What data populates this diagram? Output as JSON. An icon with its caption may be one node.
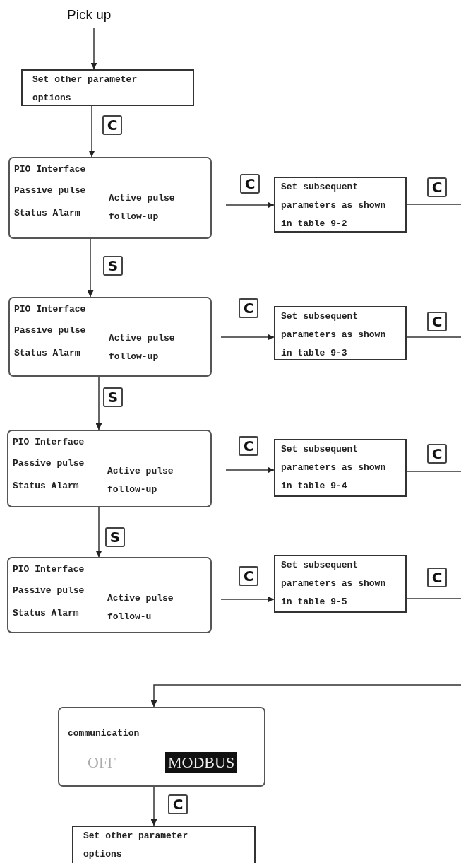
{
  "diagram": {
    "nodes": [
      {
        "text": [
          "Pick up"
        ]
      },
      {
        "text": [
          "Set other parameter options"
        ]
      },
      {
        "text": [
          "PIO Interface",
          "Passive pulse",
          "Status Alarm",
          "Active pulse follow-up"
        ]
      },
      {
        "text": [
          "Set subsequent parameters as shown in table 9-2"
        ]
      },
      {
        "text": [
          "PIO Interface",
          "Passive pulse",
          "Status Alarm",
          "Active pulse follow-up"
        ]
      },
      {
        "text": [
          "Set subsequent parameters as shown in table 9-3"
        ]
      },
      {
        "text": [
          "PIO Interface",
          "Passive pulse",
          "Status Alarm",
          "Active pulse follow-up"
        ]
      },
      {
        "text": [
          "Set subsequent parameters as shown in table 9-4"
        ]
      },
      {
        "text": [
          "PIO Interface",
          "Passive pulse",
          "Status Alarm",
          "Active pulse follow-u"
        ]
      },
      {
        "text": [
          "Set subsequent parameters as shown in table 9-5"
        ]
      },
      {
        "text": [
          "communication",
          "OFF",
          "MODBUS"
        ]
      },
      {
        "text": [
          "Set other parameter options"
        ]
      }
    ],
    "edges": [
      {
        "from": 0,
        "to": 1,
        "arrow": "to"
      },
      {
        "from": 1,
        "to": 2,
        "arrow": "to",
        "label": "C"
      },
      {
        "from": 2,
        "to": 3,
        "arrow": "to",
        "label": "C"
      },
      {
        "from": 3,
        "to": null,
        "arrow": "none",
        "label": "C"
      },
      {
        "from": 2,
        "to": 4,
        "arrow": "to",
        "label": "S"
      },
      {
        "from": 4,
        "to": 5,
        "arrow": "to",
        "label": "C"
      },
      {
        "from": 5,
        "to": null,
        "arrow": "none",
        "label": "C"
      },
      {
        "from": 4,
        "to": 6,
        "arrow": "to",
        "label": "S"
      },
      {
        "from": 6,
        "to": 7,
        "arrow": "to",
        "label": "C"
      },
      {
        "from": 7,
        "to": null,
        "arrow": "none",
        "label": "C"
      },
      {
        "from": 6,
        "to": 8,
        "arrow": "to",
        "label": "S"
      },
      {
        "from": 8,
        "to": 9,
        "arrow": "to",
        "label": "C"
      },
      {
        "from": 9,
        "to": null,
        "arrow": "none",
        "label": "C"
      },
      {
        "from": null,
        "to": 10,
        "arrow": "to"
      },
      {
        "from": 10,
        "to": 11,
        "arrow": "to",
        "label": "C"
      }
    ]
  }
}
